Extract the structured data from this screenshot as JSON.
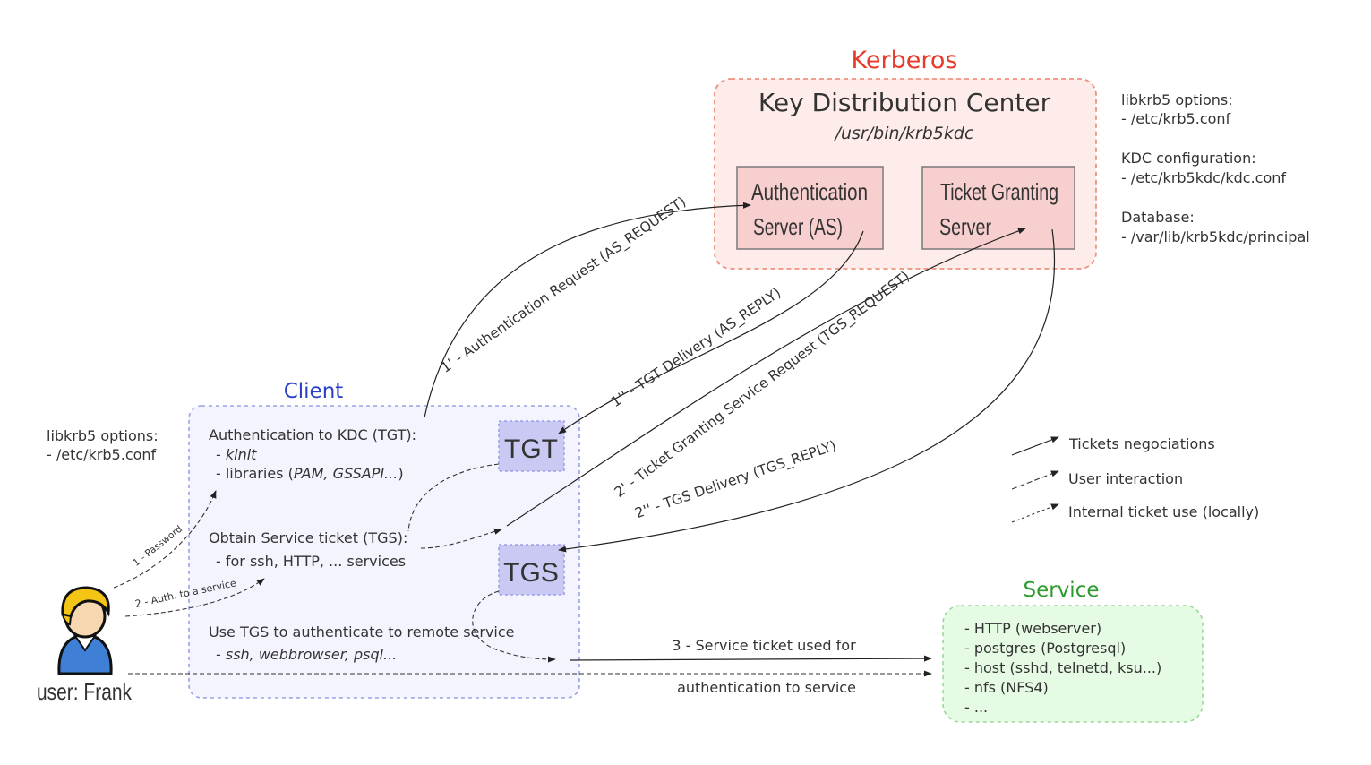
{
  "kerberos": {
    "title": "Kerberos",
    "kdc_title": "Key Distribution Center",
    "kdc_path": "/usr/bin/krb5kdc",
    "as_box": [
      "Authentication",
      "Server (AS)"
    ],
    "tgs_box": [
      "Ticket Granting",
      "Server"
    ]
  },
  "kdc_config": {
    "libkrb5_label": "libkrb5 options:",
    "libkrb5_value": "- /etc/krb5.conf",
    "kdc_conf_label": "KDC configuration:",
    "kdc_conf_value": "- /etc/krb5kdc/kdc.conf",
    "db_label": "Database:",
    "db_value": "- /var/lib/krb5kdc/principal"
  },
  "client": {
    "title": "Client",
    "auth_heading": "Authentication to KDC (TGT):",
    "auth_item1": "- kinit",
    "auth_item2_prefix": "- libraries (",
    "auth_item2_em": "PAM, GSSAPI...",
    "auth_item2_suffix": ")",
    "obtain_heading": "Obtain Service ticket (TGS):",
    "obtain_item1": "- for ssh, HTTP, ... services",
    "use_heading": "Use TGS to authenticate to remote service",
    "use_item1": "- ssh, webbrowser, psql...",
    "tgt_badge": "TGT",
    "tgs_badge": "TGS"
  },
  "client_config": {
    "label": "libkrb5 options:",
    "value": "- /etc/krb5.conf"
  },
  "user": {
    "label": "user: Frank"
  },
  "service": {
    "title": "Service",
    "items": [
      "- HTTP (webserver)",
      "- postgres (Postgresql)",
      "- host (sshd, telnetd, ksu...)",
      "- nfs (NFS4)",
      "- ..."
    ]
  },
  "arrows": {
    "as_request": "1' - Authentication Request (AS_REQUEST)",
    "as_reply": "1'' - TGT Delivery (AS_REPLY)",
    "tgs_request": "2' - Ticket Granting Service Request (TGS_REQUEST)",
    "tgs_reply": "2'' - TGS Delivery (TGS_REPLY)",
    "password": "1 - Password",
    "auth_service": "2 - Auth. to a service",
    "service_ticket_1": "3 - Service ticket used for",
    "service_ticket_2": "authentication to service"
  },
  "legend": {
    "items": [
      "Tickets negociations",
      "User interaction",
      "Internal ticket use (locally)"
    ]
  },
  "colors": {
    "kerberos_title": "#e8392a",
    "client_title": "#2b3fc9",
    "service_title": "#2c9a2c",
    "kdc_fill": "#fdecea",
    "kdc_border": "#f0907e",
    "server_fill": "#f8cfcf",
    "client_fill": "#f4f4fe",
    "client_border": "#9ba0e6",
    "badge_fill": "#c9c9f4",
    "service_fill": "#e6fbe3",
    "service_border": "#9bd69b"
  }
}
